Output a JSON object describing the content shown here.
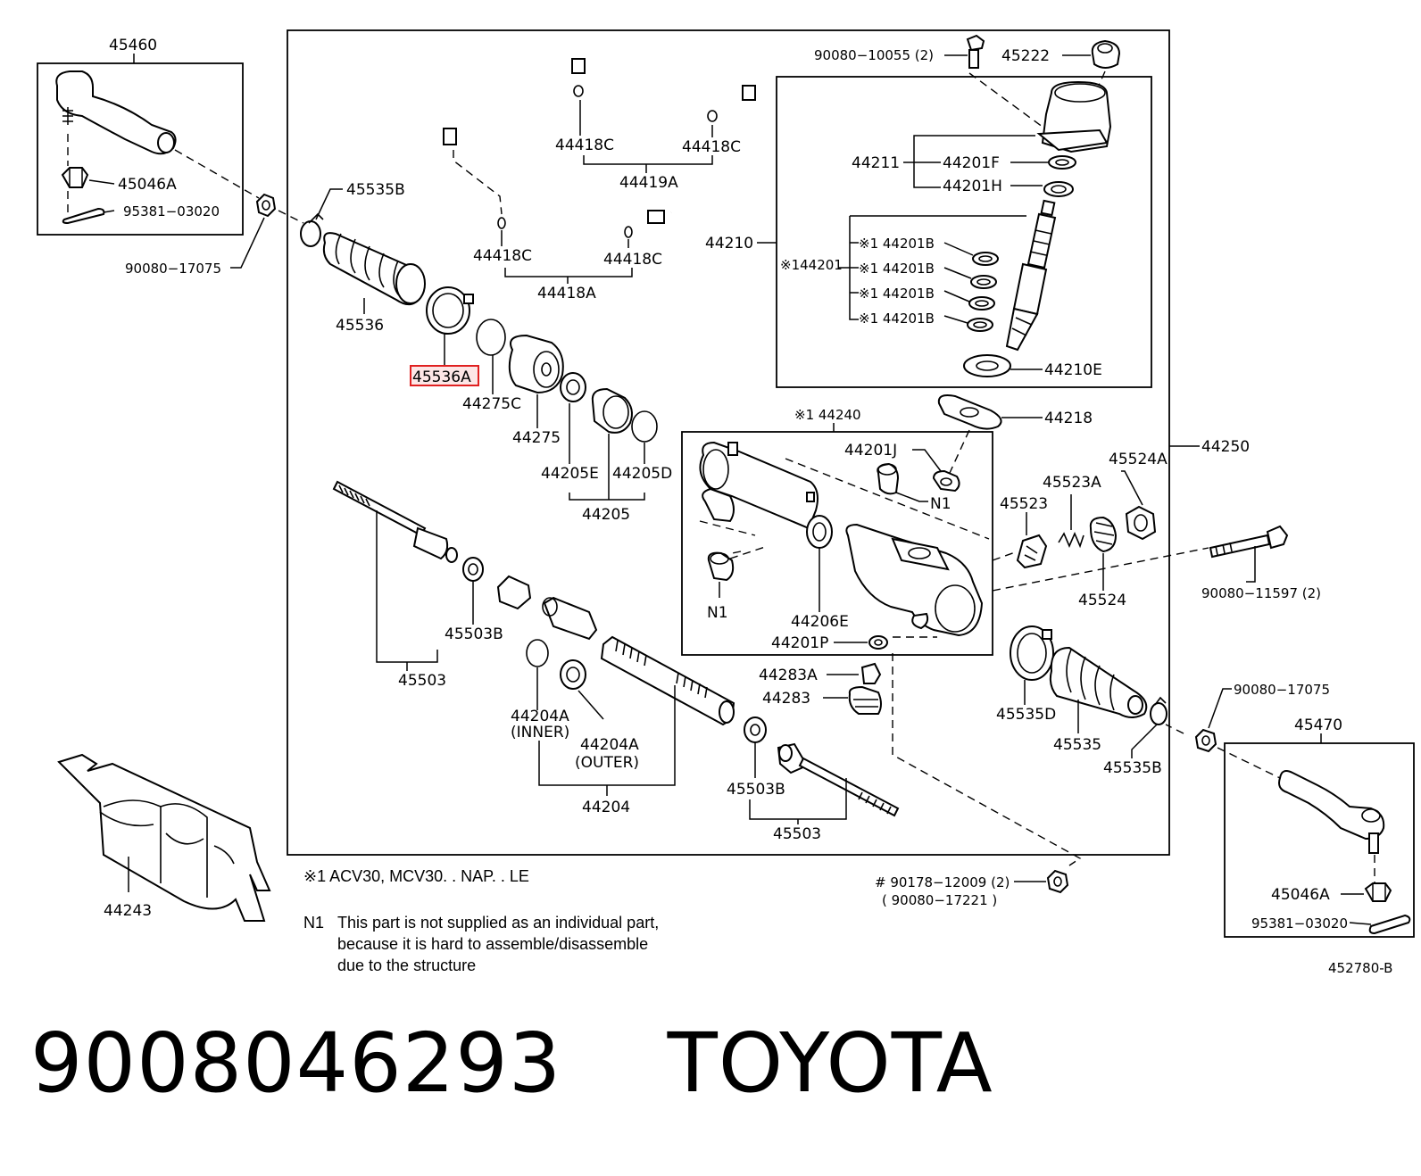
{
  "diagram_ref": "452780-B",
  "caption": {
    "part_number": "9008046293",
    "brand": "TOYOTA"
  },
  "notes": {
    "mark1": "※1  ACV30, MCV30. . NAP. . LE",
    "n1_key": "N1",
    "n1_line1": "This part is not supplied as an individual part,",
    "n1_line2": "because it is hard to assemble/disassemble",
    "n1_line3": "due to the structure"
  },
  "labels": {
    "l45460": "45460",
    "l45046A_l": "45046A",
    "l95381_l": "95381−03020",
    "l90080_17075_l": "90080−17075",
    "l45535B_t": "45535B",
    "l45536": "45536",
    "l45536A": "45536A",
    "l44275C": "44275C",
    "l44275": "44275",
    "l44205E": "44205E",
    "l44205D": "44205D",
    "l44205": "44205",
    "l44418C_1": "44418C",
    "l44418C_2": "44418C",
    "l44419A": "44419A",
    "l44418C_3": "44418C",
    "l44418C_4": "44418C",
    "l44418A": "44418A",
    "l90080_10055": "90080−10055 (2)",
    "l45222": "45222",
    "l44211": "44211",
    "l44201F": "44201F",
    "l44201H": "44201H",
    "l44210": "44210",
    "l44201": "※144201",
    "l44201B_1": "※1 44201B",
    "l44201B_2": "※1 44201B",
    "l44201B_3": "※1 44201B",
    "l44201B_4": "※1 44201B",
    "l44210E": "44210E",
    "l44218": "44218",
    "l44250": "44250",
    "l44240": "※1 44240",
    "l44201J": "44201J",
    "l45524A": "45524A",
    "l45523A": "45523A",
    "l45523": "45523",
    "l45524": "45524",
    "l90080_11597": "90080−11597 (2)",
    "lN1_a": "N1",
    "lN1_b": "N1",
    "l44206E": "44206E",
    "l44201P": "44201P",
    "l44283A": "44283A",
    "l44283": "44283",
    "l45503B_1": "45503B",
    "l45503_1": "45503",
    "l44204A_i": "44204A",
    "l44204A_in": "(INNER)",
    "l44204A_o": "44204A",
    "l44204A_out": "(OUTER)",
    "l44204": "44204",
    "l45503B_2": "45503B",
    "l45503_2": "45503",
    "l45535D": "45535D",
    "l45535": "45535",
    "l45535B_b": "45535B",
    "l90080_17075_r": "90080−17075",
    "l45470": "45470",
    "l45046A_r": "45046A",
    "l95381_r": "95381−03020",
    "l90178": "# 90178−12009 (2)",
    "l90080_17221": "( 90080−17221 )",
    "l44243": "44243"
  }
}
